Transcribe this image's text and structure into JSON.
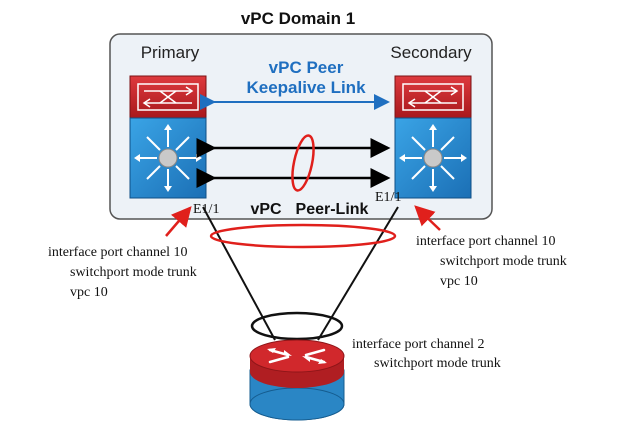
{
  "domain_title": "vPC Domain 1",
  "primary_label": "Primary",
  "secondary_label": "Secondary",
  "keepalive_label_line1": "vPC Peer",
  "keepalive_label_line2": "Keepalive Link",
  "peer_link_label_part1": "vPC",
  "peer_link_label_part2": "Peer-Link",
  "port_left": "E1/1",
  "port_right": "E1/1",
  "left_config": [
    "interface port channel 10",
    "switchport mode trunk",
    "vpc 10"
  ],
  "right_config": [
    "interface port channel 10",
    "switchport mode trunk",
    "vpc 10"
  ],
  "bottom_config": [
    "interface port channel 2",
    "switchport mode trunk"
  ],
  "colors": {
    "domain_bg": "#edf2f7",
    "domain_border": "#555555",
    "keepalive_blue": "#1f6fc0",
    "switch_red": "#c8282c",
    "switch_blue": "#2b8fd6",
    "ring_red": "#e0201c",
    "router_red": "#d1282c",
    "router_base": "#2a86c5"
  }
}
